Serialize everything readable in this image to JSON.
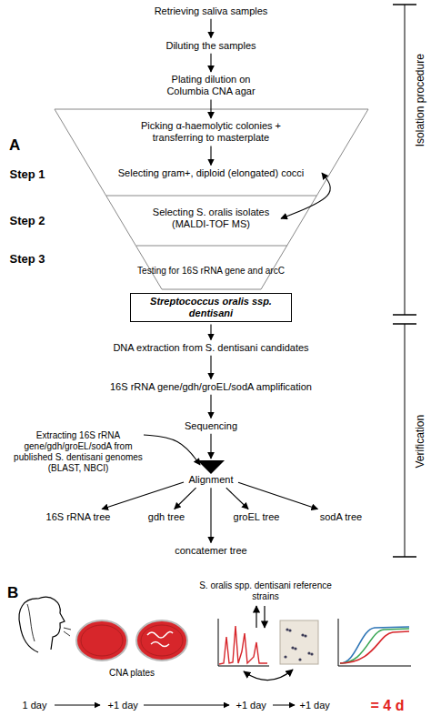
{
  "diagram": {
    "nodes": [
      {
        "text": [
          "Retrieving saliva samples"
        ]
      },
      {
        "text": [
          "Diluting the samples"
        ]
      },
      {
        "text": [
          "Plating dilution on Columbia CNA agar"
        ]
      },
      {
        "text": [
          "Picking α-haemolytic colonies + transferring to masterplate"
        ]
      },
      {
        "text": [
          "Selecting gram+, diploid (elongated) cocci"
        ]
      },
      {
        "text": [
          "Selecting S. oralis isolates (MALDI-TOF MS)"
        ]
      },
      {
        "text": [
          "Testing for 16S rRNA gene and arcC"
        ]
      },
      {
        "text": [
          "Streptococcus oralis ssp. dentisani"
        ]
      },
      {
        "text": [
          "DNA extraction from S. dentisani candidates"
        ]
      },
      {
        "text": [
          "16S rRNA gene/gdh/groEL/sodA amplification"
        ]
      },
      {
        "text": [
          "Sequencing"
        ]
      },
      {
        "text": [
          "Extracting 16S rRNA gene/gdh/groEL/sodA from published S. dentisani genomes (BLAST, NBCI)"
        ]
      },
      {
        "text": [
          "Alignment"
        ]
      },
      {
        "text": [
          "16S rRNA tree"
        ]
      },
      {
        "text": [
          "gdh tree"
        ]
      },
      {
        "text": [
          "groEL tree"
        ]
      },
      {
        "text": [
          "sodA tree"
        ]
      },
      {
        "text": [
          "concatemer tree"
        ]
      }
    ],
    "edges": [
      {
        "from": 0,
        "to": 1,
        "arrow": "to"
      },
      {
        "from": 1,
        "to": 2,
        "arrow": "to"
      },
      {
        "from": 2,
        "to": 3,
        "arrow": "to"
      },
      {
        "from": 3,
        "to": 4,
        "arrow": "to"
      },
      {
        "from": 4,
        "to": 5,
        "arrow": "both"
      },
      {
        "from": 7,
        "to": 8,
        "arrow": "to"
      },
      {
        "from": 8,
        "to": 9,
        "arrow": "to"
      },
      {
        "from": 9,
        "to": 10,
        "arrow": "to"
      },
      {
        "from": 10,
        "to": 12,
        "arrow": "to"
      },
      {
        "from": 11,
        "to": 12,
        "arrow": "to"
      },
      {
        "from": 12,
        "to": 13,
        "arrow": "to"
      },
      {
        "from": 12,
        "to": 14,
        "arrow": "to"
      },
      {
        "from": 12,
        "to": 15,
        "arrow": "to"
      },
      {
        "from": 12,
        "to": 16,
        "arrow": "to"
      },
      {
        "from": 12,
        "to": 17,
        "arrow": "to"
      }
    ],
    "labels": [
      "A",
      "Step 1",
      "Step 2",
      "Step 3",
      "Isolation procedure",
      "Verification",
      "B",
      "S. oralis spp. dentisani reference strains",
      "CNA plates",
      "1 day",
      "+1 day",
      "+1 day",
      "+1 day",
      "= 4 d"
    ]
  }
}
